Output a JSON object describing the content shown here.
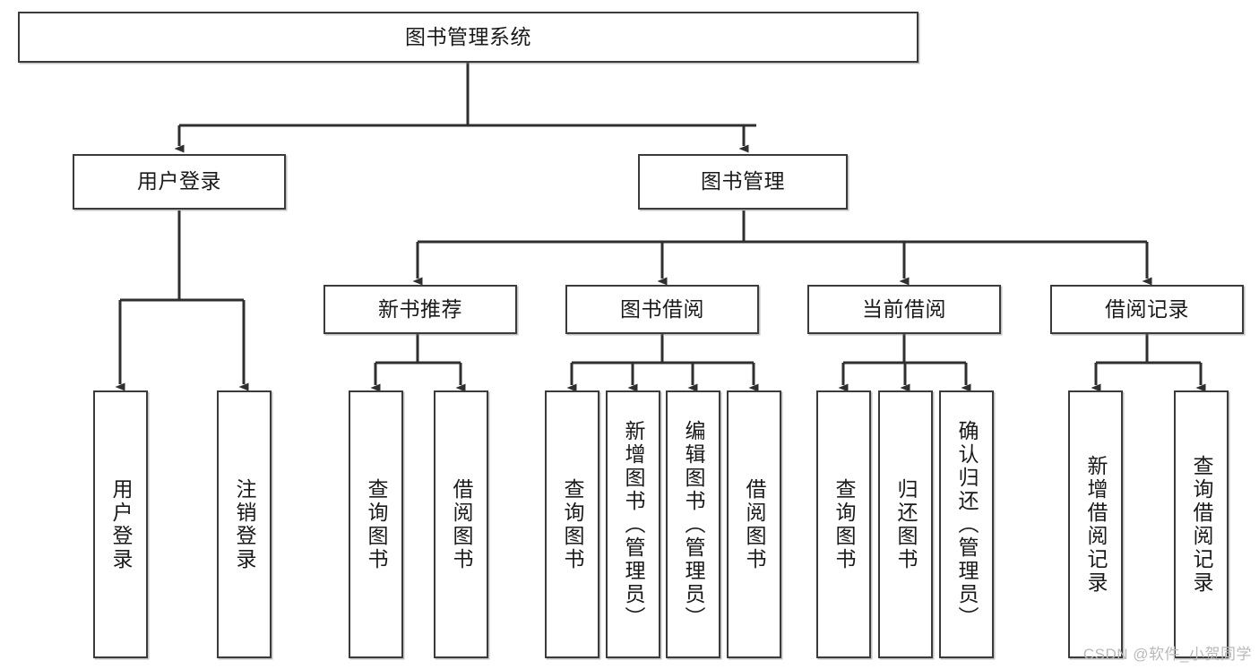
{
  "diagram": {
    "title": "图书管理系统",
    "watermark": "CSDN @软件_小贺同学",
    "colors": {
      "box_border": "#3b3b3b",
      "box_fill": "#ffffff",
      "line": "#2f2f2f",
      "text": "#1a1a1a",
      "watermark": "#b9b9b9",
      "background": "#ffffff"
    },
    "root": {
      "label": "图书管理系统"
    },
    "level2": [
      {
        "label": "用户登录"
      },
      {
        "label": "图书管理"
      }
    ],
    "level3": [
      {
        "label": "新书推荐"
      },
      {
        "label": "图书借阅"
      },
      {
        "label": "当前借阅"
      },
      {
        "label": "借阅记录"
      }
    ],
    "leaves": {
      "user_login": [
        {
          "label": "用户登录"
        },
        {
          "label": "注销登录"
        }
      ],
      "new_book_recommend": [
        {
          "label": "查询图书"
        },
        {
          "label": "借阅图书"
        }
      ],
      "book_borrow": [
        {
          "label": "查询图书"
        },
        {
          "label": "新增图书（管理员）"
        },
        {
          "label": "编辑图书（管理员）"
        },
        {
          "label": "借阅图书"
        }
      ],
      "current_borrow": [
        {
          "label": "查询图书"
        },
        {
          "label": "归还图书"
        },
        {
          "label": "确认归还（管理员）"
        }
      ],
      "borrow_record": [
        {
          "label": "新增借阅记录"
        },
        {
          "label": "查询借阅记录"
        }
      ]
    }
  }
}
